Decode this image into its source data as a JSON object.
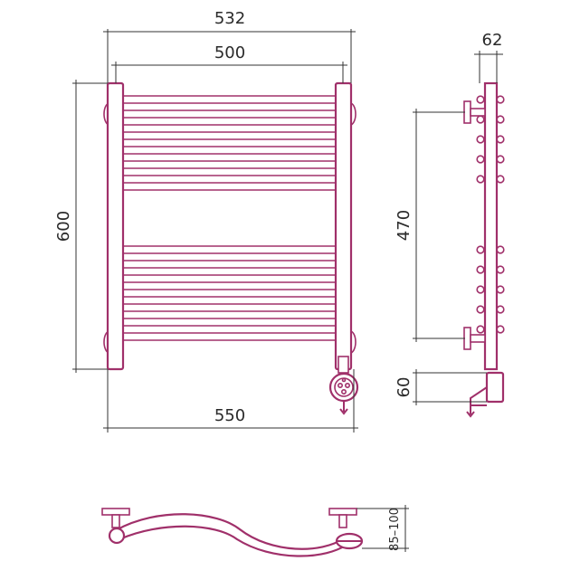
{
  "dimensions": {
    "overall_width": "532",
    "inner_width": "500",
    "height": "600",
    "bottom_width": "550",
    "depth": "62",
    "mount_spacing": "470",
    "heater_height": "60",
    "wall_distance": "85–100"
  },
  "colors": {
    "outline": "#a0306a",
    "dimension": "#333333",
    "text": "#2a2a2a"
  }
}
